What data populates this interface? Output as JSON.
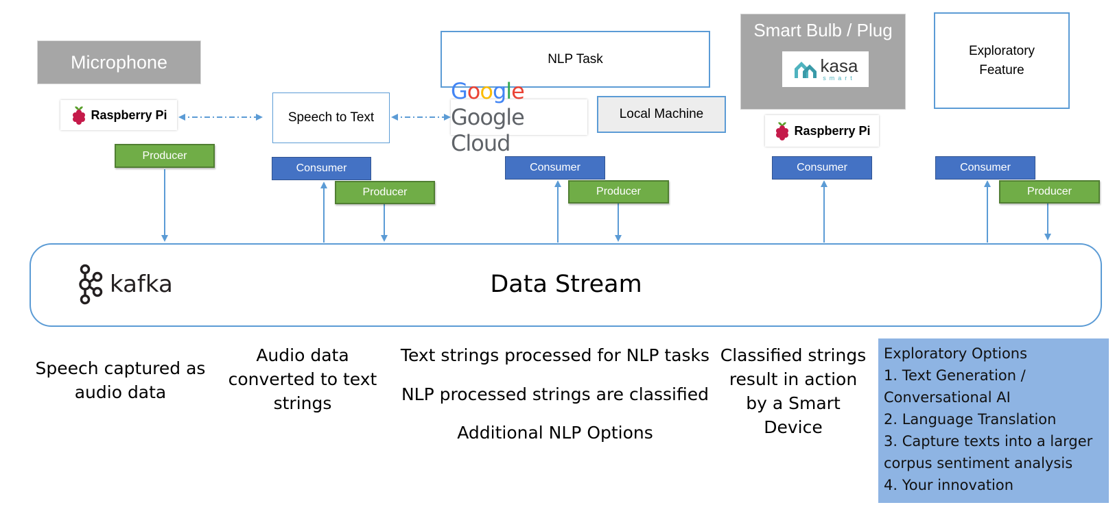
{
  "microphone": {
    "label": "Microphone"
  },
  "raspberry_pi_1": {
    "label": "Raspberry Pi"
  },
  "speech_to_text": {
    "label": "Speech to Text"
  },
  "nlp_task": {
    "label": "NLP Task"
  },
  "google_cloud": {
    "label": "Google Cloud"
  },
  "local_machine": {
    "label": "Local Machine"
  },
  "smart_bulb": {
    "label": "Smart Bulb / Plug",
    "brand": "kasa",
    "brand_sub": "smart"
  },
  "raspberry_pi_2": {
    "label": "Raspberry Pi"
  },
  "exploratory_feature": {
    "label": "Exploratory Feature"
  },
  "kafka": {
    "label": "kafka"
  },
  "data_stream": {
    "label": "Data Stream"
  },
  "queue": {
    "consumer": "Consumer",
    "producer": "Producer"
  },
  "descriptions": {
    "speech_captured": "Speech captured as audio data",
    "audio_converted": "Audio data converted to text strings",
    "nlp_lines": [
      "Text strings processed for NLP tasks",
      "NLP processed strings are classified",
      "Additional NLP Options"
    ],
    "classified": "Classified strings result in action by a Smart Device"
  },
  "exploratory_options": {
    "title": "Exploratory Options",
    "items": [
      "1. Text Generation / Conversational AI",
      "2. Language Translation",
      "3. Capture texts into a larger corpus sentiment analysis",
      "4. Your innovation"
    ]
  },
  "colors": {
    "consumer": "#4472c4",
    "producer": "#70ad47",
    "outline": "#5b9bd5",
    "gray": "#a6a6a6",
    "options_bg": "#8eb4e3"
  }
}
